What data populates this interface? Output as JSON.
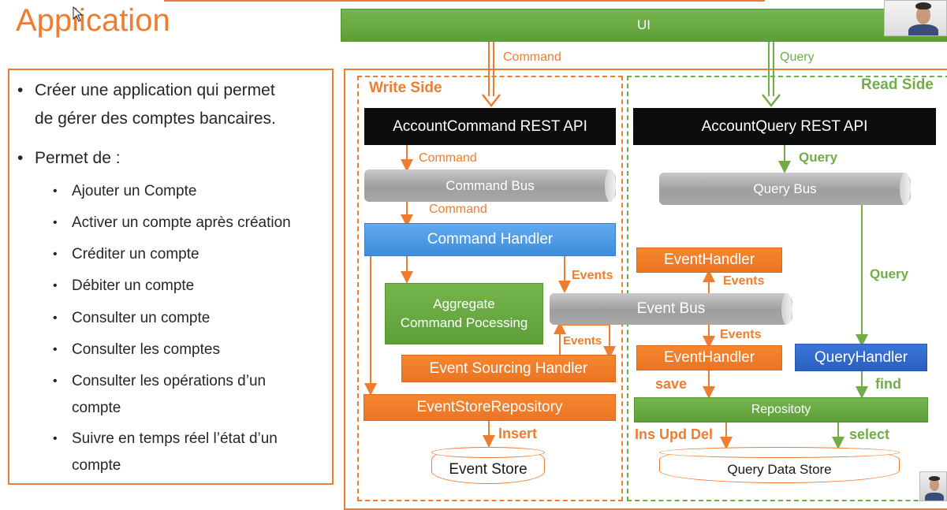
{
  "slide": {
    "title": "Application"
  },
  "bullets": {
    "intro": "Créer une application qui permet de gérer des comptes bancaires.",
    "intro_line1": "Créer une application qui permet",
    "intro_line2": "de gérer des comptes bancaires.",
    "permet": "Permet de :",
    "items": [
      "Ajouter un Compte",
      "Activer un compte après création",
      "Créditer un compte",
      "Débiter un compte",
      "Consulter un compte",
      "Consulter les comptes",
      "Consulter les opérations d'un compte",
      "Suivre en temps réel l'état d'un compte"
    ],
    "item7_line1": "Consulter les opérations d’un",
    "item7_line2": "compte",
    "item8_line1": "Suivre en temps réel l’état d’un",
    "item8_line2": "compte"
  },
  "diagram": {
    "ui_bar": "UI",
    "command_label": "Command",
    "query_label": "Query",
    "write_side": "Write Side",
    "read_side": "Read Side",
    "write": {
      "rest_api": "AccountCommand REST API",
      "command1": "Command",
      "command_bus": "Command Bus",
      "command2": "Command",
      "command_handler": "Command Handler",
      "events1": "Events",
      "aggregate_line1": "Aggregate",
      "aggregate_line2": "Command Pocessing",
      "events2": "Events",
      "event_sourcing_handler": "Event Sourcing Handler",
      "event_store_repository": "EventStoreRepository",
      "insert": "Insert",
      "event_store": "Event Store"
    },
    "event_bus": "Event Bus",
    "read": {
      "rest_api": "AccountQuery REST API",
      "query1": "Query",
      "query_bus": "Query Bus",
      "event_handler_top": "EventHandler",
      "events_up": "Events",
      "events_down": "Events",
      "event_handler_bottom": "EventHandler",
      "query2": "Query",
      "query_handler": "QueryHandler",
      "save": "save",
      "find": "find",
      "repository": "Repositoty",
      "ins_upd_del": "Ins Upd Del",
      "select": "select",
      "query_data_store": "Query Data Store"
    }
  },
  "colors": {
    "orange": "#ed7d31",
    "green": "#70ad47",
    "black": "#0d0d0d",
    "blue": "#2f6fd6"
  }
}
